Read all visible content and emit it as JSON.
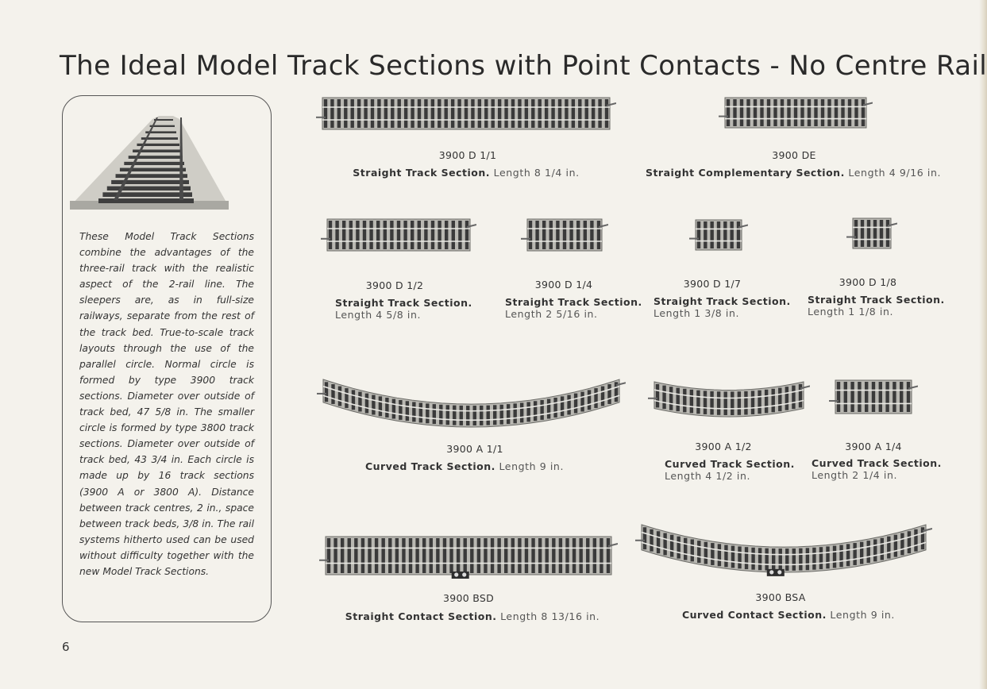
{
  "page": {
    "title": "The Ideal Model Track Sections with Point Contacts - No Centre Rail",
    "page_number": "6"
  },
  "info_box": {
    "text": "These Model Track Sections combine the advantages of the three-rail track with the realistic aspect of the 2-rail line. The sleepers are, as in full-size railways, separate from the rest of the track bed. True-to-scale track layouts through the use of the parallel circle. Normal circle is formed by type 3900 track sections. Diameter over outside of track bed, 47 5/8 in. The smaller circle is formed by type 3800 track sections. Diameter over outside of track bed, 43 3/4 in. Each circle is made up by 16 track sections (3900 A or 3800 A). Distance between track centres, 2 in., space between track beds, 3/8 in. The rail systems hitherto used can be used without difficulty together with the new Model Track Sections."
  },
  "items": [
    {
      "code": "3900 D 1/1",
      "name": "Straight Track Section.",
      "length": "Length 8 1/4 in."
    },
    {
      "code": "3900 DE",
      "name": "Straight Complementary Section.",
      "length": "Length 4 9/16 in."
    },
    {
      "code": "3900 D 1/2",
      "name": "Straight Track Section.",
      "length": "Length 4 5/8 in."
    },
    {
      "code": "3900 D 1/4",
      "name": "Straight Track Section.",
      "length": "Length 2 5/16 in."
    },
    {
      "code": "3900 D 1/7",
      "name": "Straight Track Section.",
      "length": "Length 1 3/8 in."
    },
    {
      "code": "3900 D 1/8",
      "name": "Straight Track Section.",
      "length": "Length 1 1/8 in."
    },
    {
      "code": "3900 A 1/1",
      "name": "Curved Track Section.",
      "length": "Length 9 in."
    },
    {
      "code": "3900 A 1/2",
      "name": "Curved Track Section.",
      "length": "Length 4 1/2 in."
    },
    {
      "code": "3900 A 1/4",
      "name": "Curved Track Section.",
      "length": "Length 2 1/4 in."
    },
    {
      "code": "3900 BSD",
      "name": "Straight Contact Section.",
      "length": "Length 8 13/16 in."
    },
    {
      "code": "3900 BSA",
      "name": "Curved Contact Section.",
      "length": "Length 9 in."
    }
  ],
  "colors": {
    "paper": "#f4f2ec",
    "ink": "#2a2a2a",
    "track_bed": "#b9b8b2",
    "track_dark": "#3a3a3a"
  }
}
